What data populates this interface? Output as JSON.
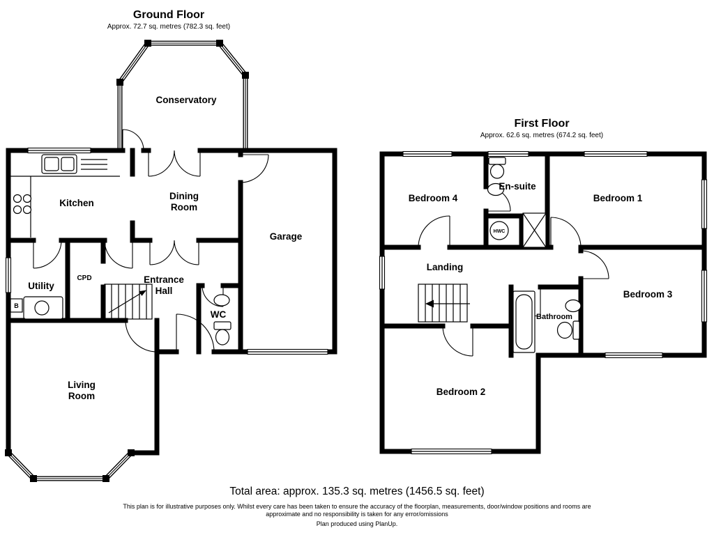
{
  "colors": {
    "walls": "#000000",
    "background": "#ffffff"
  },
  "ground_floor": {
    "title": "Ground Floor",
    "area": "Approx. 72.7 sq. metres (782.3 sq. feet)",
    "rooms": {
      "conservatory": "Conservatory",
      "kitchen": "Kitchen",
      "dining_line1": "Dining",
      "dining_line2": "Room",
      "garage": "Garage",
      "utility": "Utility",
      "cpd": "CPD",
      "entrance_line1": "Entrance",
      "entrance_line2": "Hall",
      "wc": "WC",
      "living_line1": "Living",
      "living_line2": "Room",
      "boiler": "B"
    }
  },
  "first_floor": {
    "title": "First Floor",
    "area": "Approx. 62.6 sq. metres (674.2 sq. feet)",
    "rooms": {
      "bedroom4": "Bedroom 4",
      "ensuite": "En-suite",
      "bedroom1": "Bedroom 1",
      "hwc": "HWC",
      "landing": "Landing",
      "bedroom3": "Bedroom 3",
      "bathroom": "Bathroom",
      "bedroom2": "Bedroom 2"
    }
  },
  "footer": {
    "total_area": "Total area: approx. 135.3 sq. metres (1456.5 sq. feet)",
    "disclaimer_line1": "This plan is for illustrative purposes only. Whilst every care has been taken to ensure the accuracy of the floorplan, measurements, door/window positions and rooms are",
    "disclaimer_line2": "approximate and no responsibility is taken for any error/omissions",
    "credit": "Plan produced using PlanUp."
  }
}
